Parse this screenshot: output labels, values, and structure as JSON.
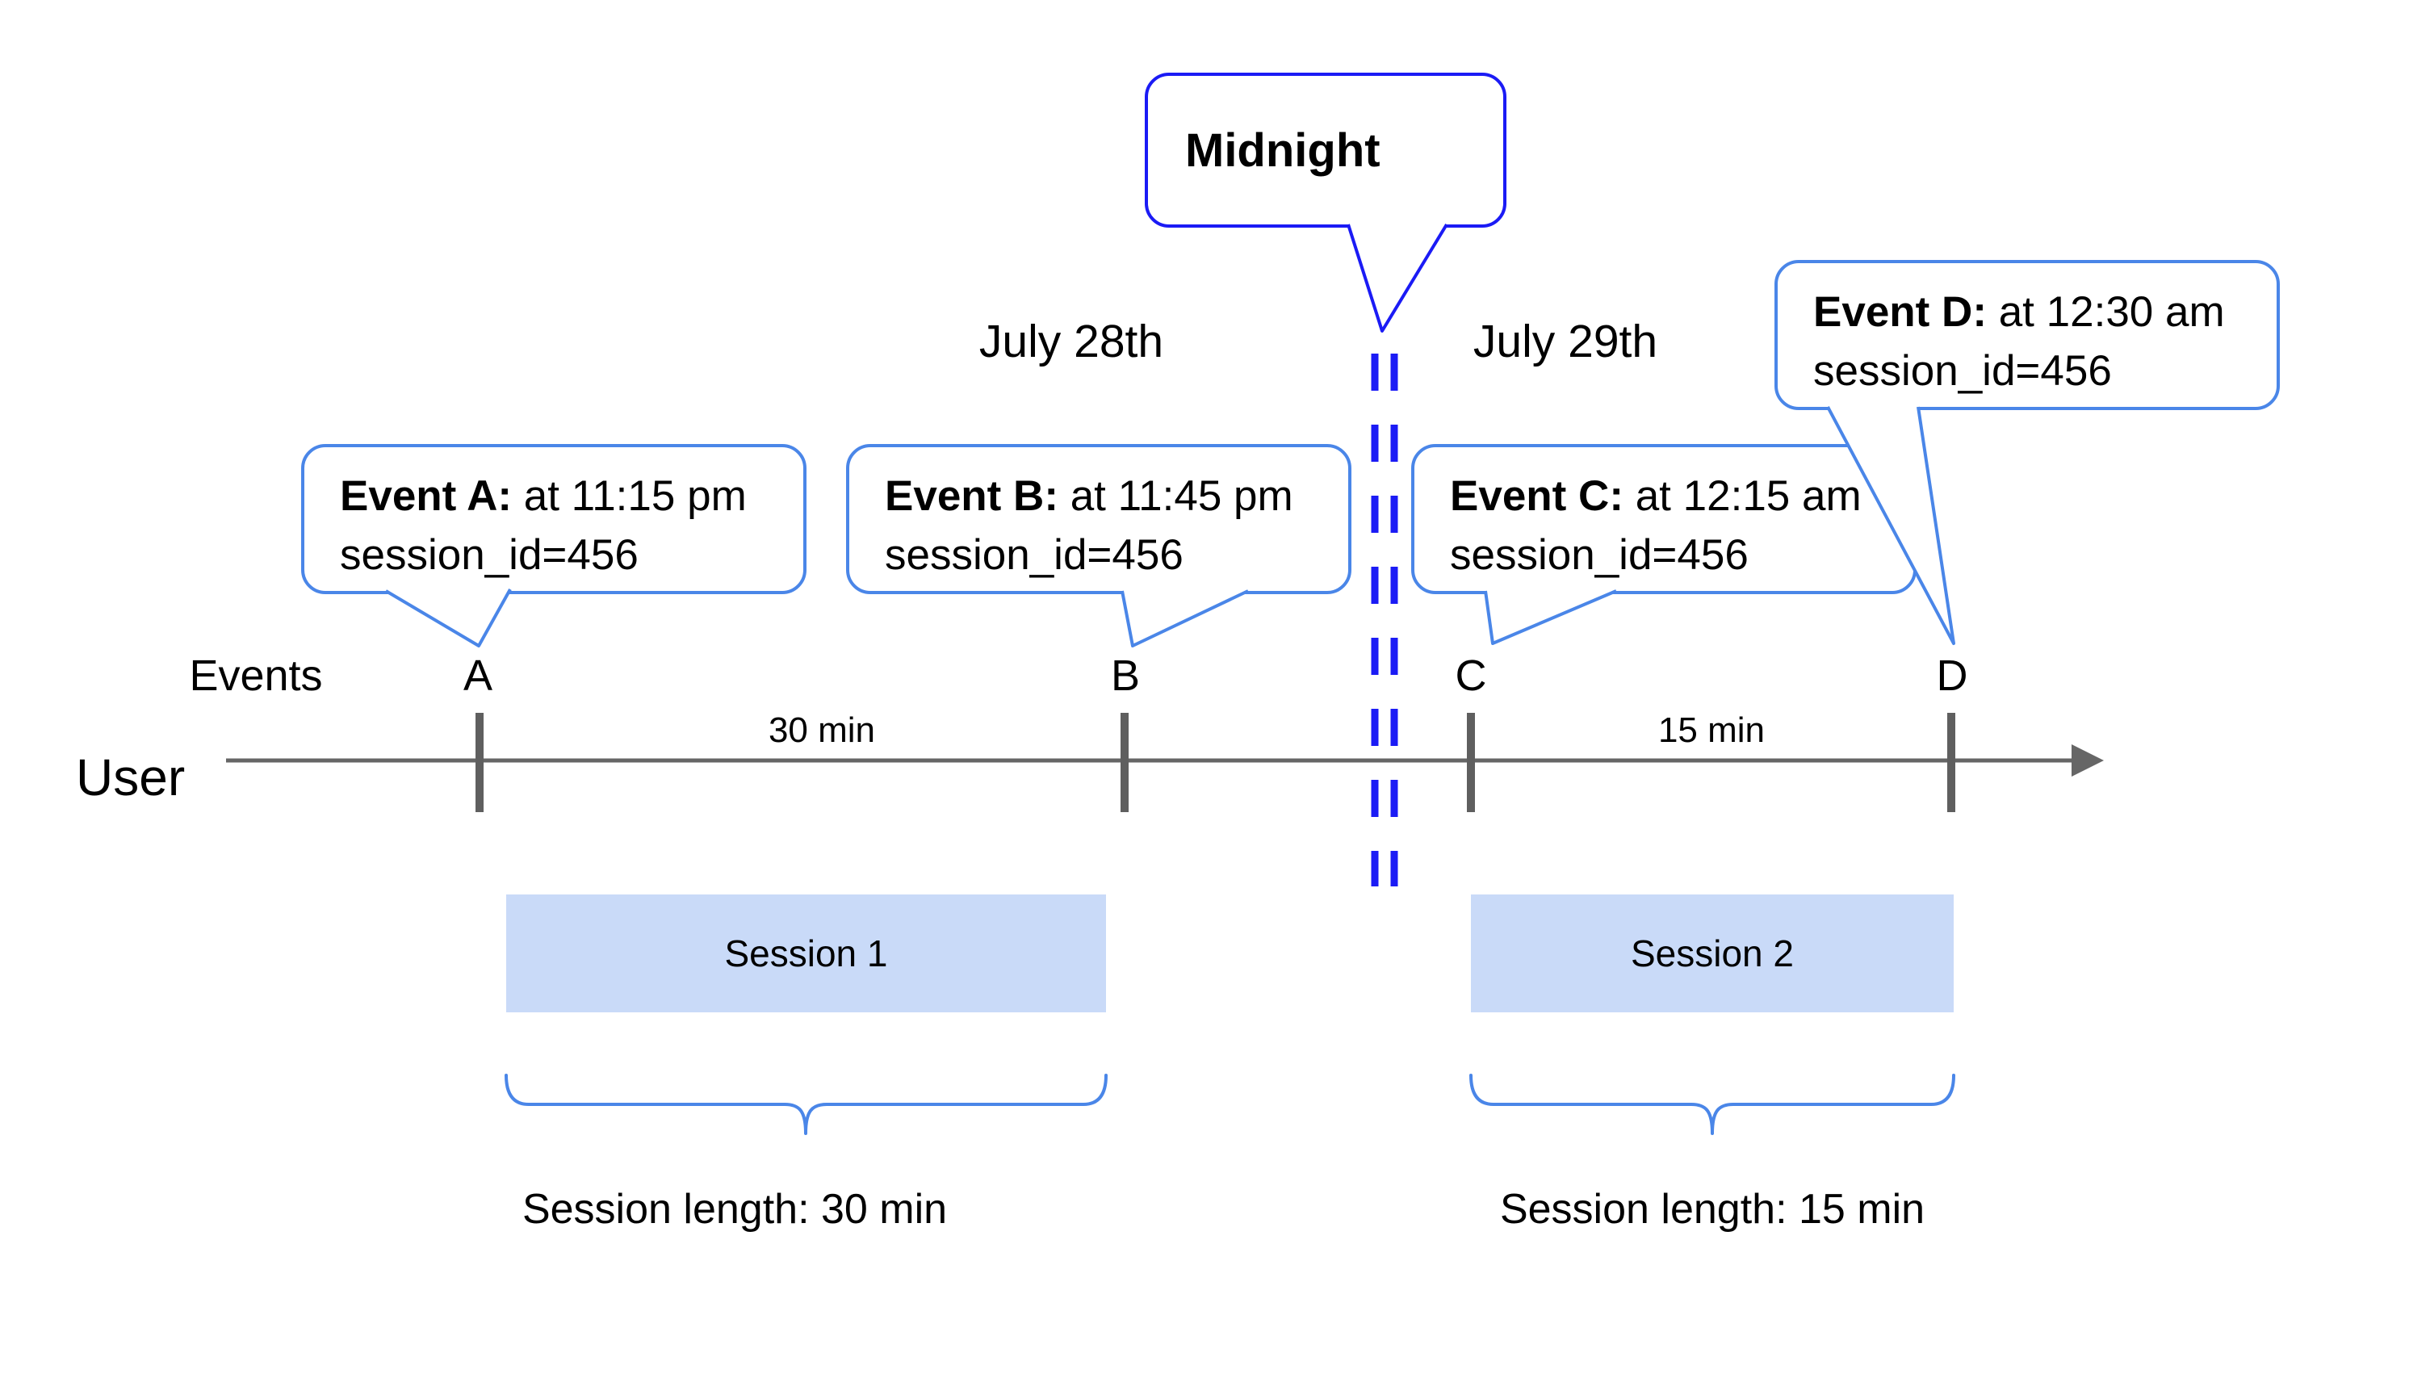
{
  "diagram": {
    "title_hint": "session timeline",
    "dates": {
      "left": "July 28th",
      "right": "July 29th"
    },
    "midnight": {
      "label": "Midnight"
    },
    "axis": {
      "events_label": "Events",
      "user_label": "User",
      "interval_ab": "30 min",
      "interval_cd": "15 min"
    },
    "events": [
      {
        "letter": "A",
        "label": "Event A:",
        "time": " at 11:15 pm",
        "session": "session_id=456"
      },
      {
        "letter": "B",
        "label": "Event B:",
        "time": " at 11:45 pm",
        "session": "session_id=456"
      },
      {
        "letter": "C",
        "label": "Event C:",
        "time": " at 12:15 am",
        "session": "session_id=456"
      },
      {
        "letter": "D",
        "label": "Event D:",
        "time": " at 12:30 am",
        "session": "session_id=456"
      }
    ],
    "sessions": [
      {
        "name": "Session 1",
        "length_label": "Session length: 30 min"
      },
      {
        "name": "Session 2",
        "length_label": "Session length: 15 min"
      }
    ],
    "colors": {
      "callout_blue": "#4a86e8",
      "midnight_blue": "#1b1bf5",
      "session_fill": "#c9daf8",
      "timeline_gray": "#666666",
      "tick_gray": "#5f5f5f"
    }
  }
}
